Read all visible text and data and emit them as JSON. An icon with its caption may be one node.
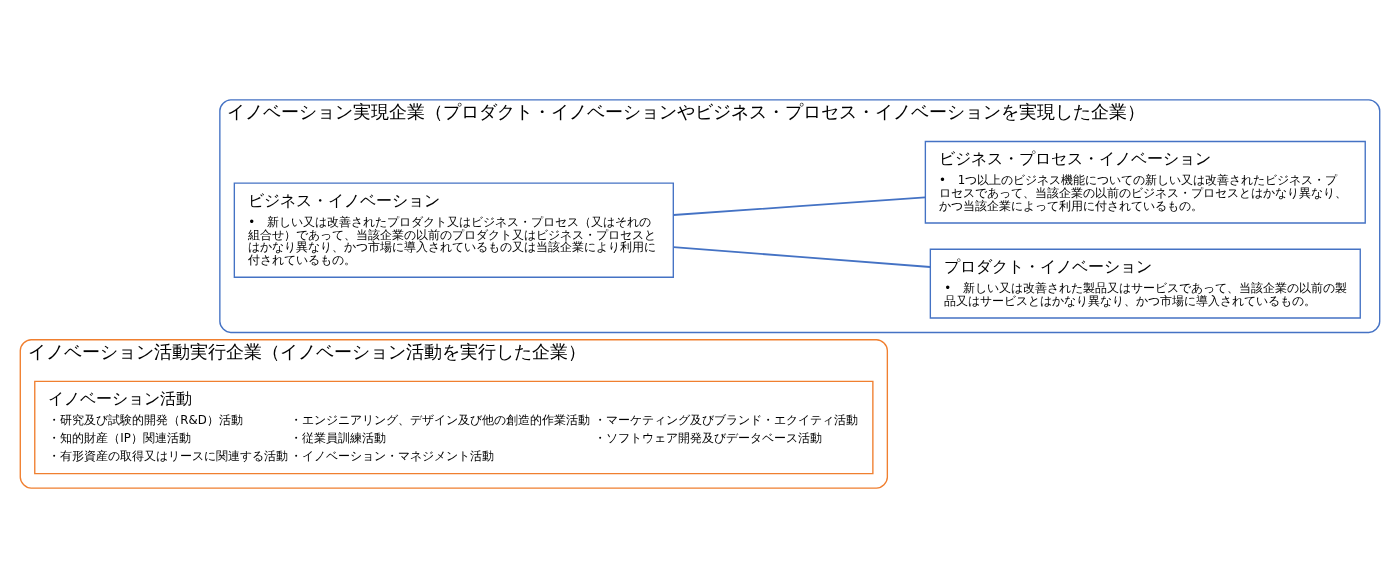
{
  "diagram": {
    "nodes": [
      {
        "text": [
          "イノベーション活動実行企業（イノベーション活動を実行した企業）"
        ]
      },
      {
        "text": [
          "イノベーション活動",
          "・研究及び試験的開発（R&D）活動",
          "・知的財産（IP）関連活動",
          "・有形資産の取得又はリースに関連する活動",
          "・エンジニアリング、デザイン及び他の創造的作業活動",
          "・従業員訓練活動",
          "・イノベーション・マネジメント活動",
          "・マーケティング及びブランド・エクイティ活動",
          "・ソフトウェア開発及びデータベース活動"
        ],
        "in": 0
      },
      {
        "text": [
          "イノベーション実現企業（プロダクト・イノベーションやビジネス・プロセス・イノベーションを実現した企業）"
        ]
      },
      {
        "text": [
          "ビジネス・イノベーション",
          "•　新しい又は改善されたプロダクト又はビジネス・プロセス（又はそれの組合せ）であって、当該企業の以前のプロダクト又はビジネス・プロセスとはかなり異なり、かつ市場に導入されているもの又は当該企業により利用に付されているもの。"
        ],
        "in": 2
      },
      {
        "text": [
          "プロダクト・イノベーション",
          "•　新しい又は改善された製品又はサービスであって、当該企業の以前の製品又はサービスとはかなり異なり、かつ市場に導入されているもの。"
        ],
        "in": 2
      },
      {
        "text": [
          "ビジネス・プロセス・イノベーション",
          "•　1つ以上のビジネス機能についての新しい又は改善されたビジネス・プロセスであって、当該企業の以前のビジネス・プロセスとはかなり異なり、かつ当該企業によって利用に付されているもの。"
        ],
        "in": 2
      }
    ],
    "edges": [
      {
        "from": 3,
        "to": 4,
        "arrow": "none"
      },
      {
        "from": 3,
        "to": 5,
        "arrow": "none"
      }
    ]
  }
}
